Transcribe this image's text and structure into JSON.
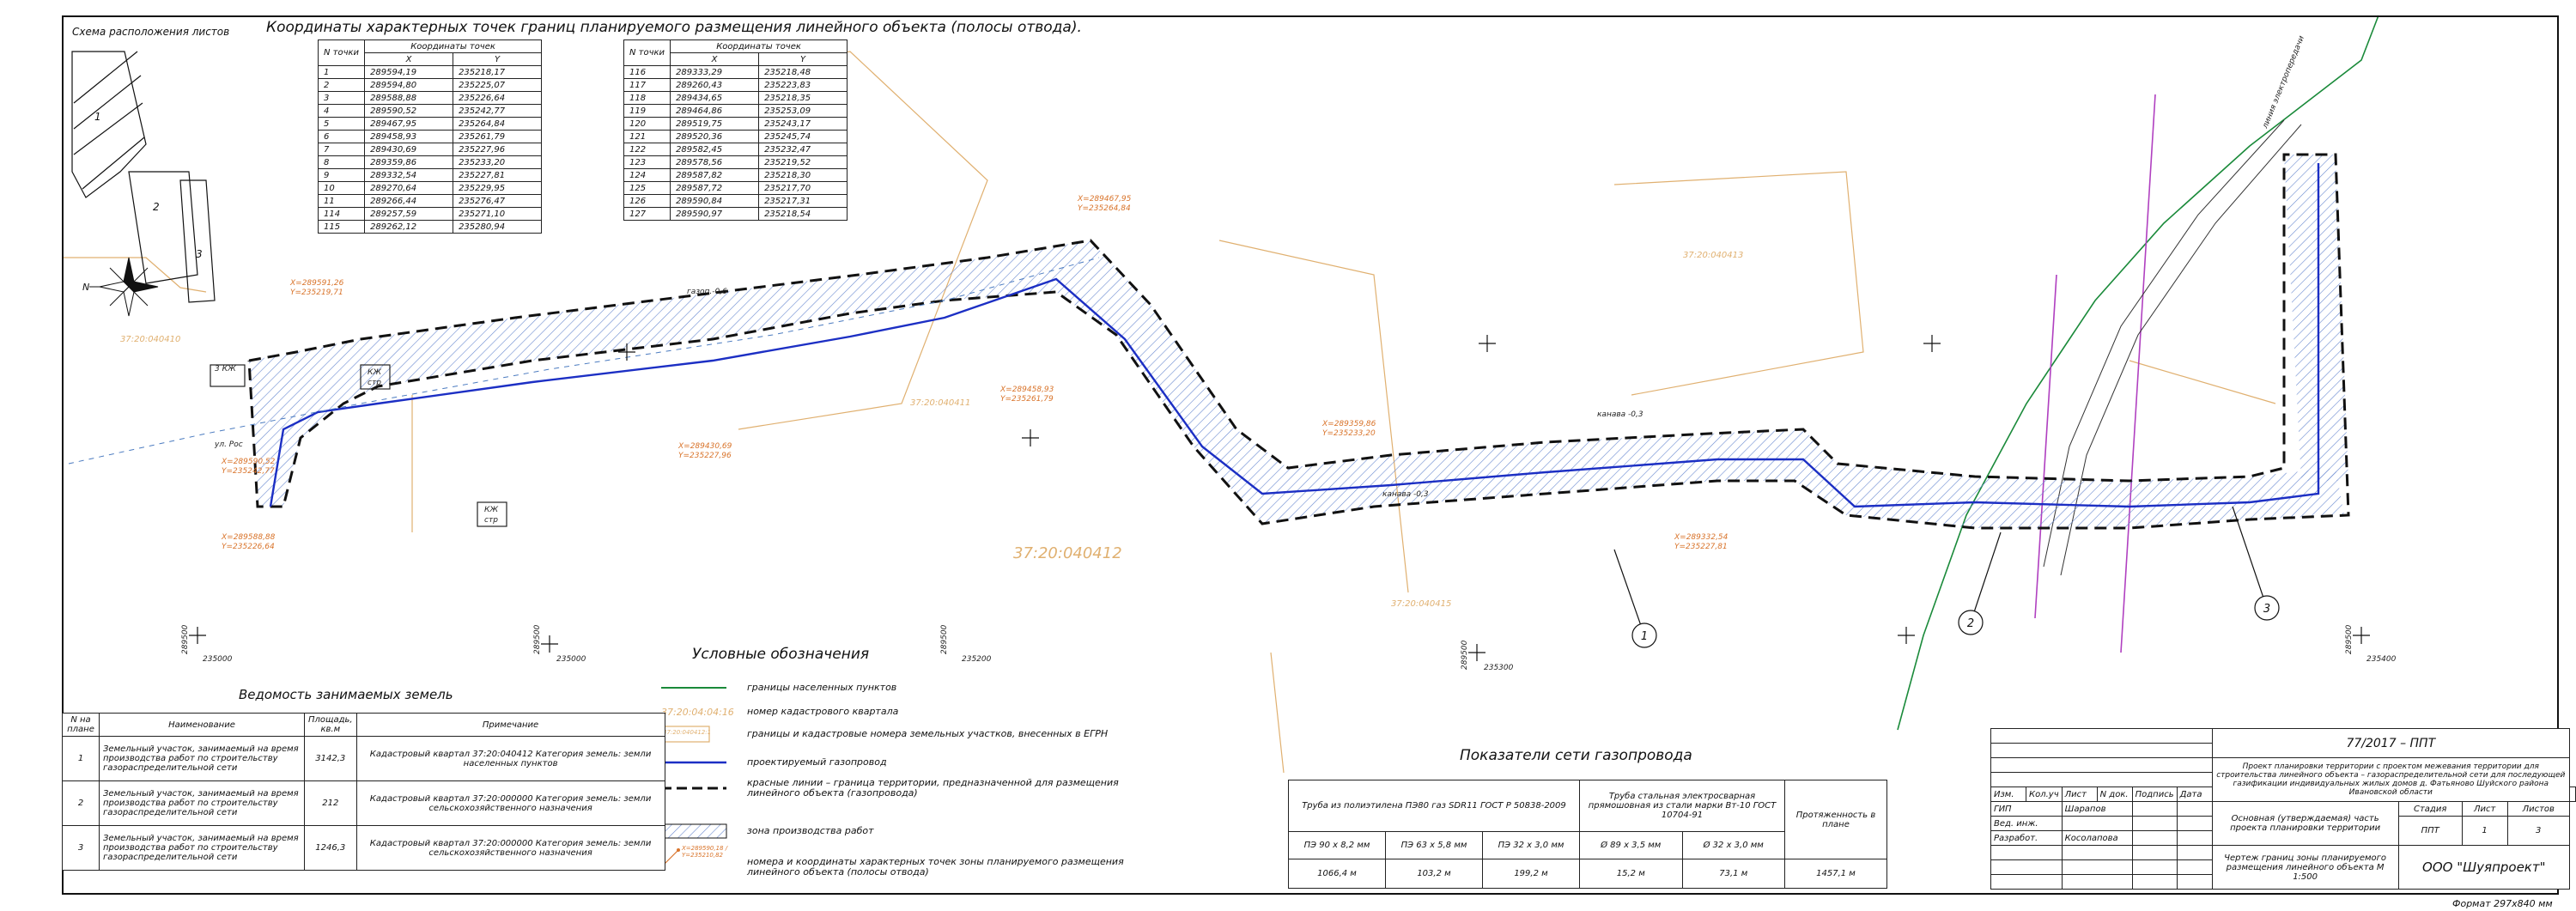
{
  "drawing": {
    "title": "Координаты характерных точек границ планируемого размещения линейного объекта (полосы отвода).",
    "scheme_label": "Схема расположения листов",
    "scheme_sheets": [
      "1",
      "2",
      "3"
    ],
    "compass_label": "N"
  },
  "coords_header": {
    "col_n": "N точки",
    "group": "Координаты точек",
    "col_x": "X",
    "col_y": "Y"
  },
  "coords_table_1": [
    [
      "1",
      "289594,19",
      "235218,17"
    ],
    [
      "2",
      "289594,80",
      "235225,07"
    ],
    [
      "3",
      "289588,88",
      "235226,64"
    ],
    [
      "4",
      "289590,52",
      "235242,77"
    ],
    [
      "5",
      "289467,95",
      "235264,84"
    ],
    [
      "6",
      "289458,93",
      "235261,79"
    ],
    [
      "7",
      "289430,69",
      "235227,96"
    ],
    [
      "8",
      "289359,86",
      "235233,20"
    ],
    [
      "9",
      "289332,54",
      "235227,81"
    ],
    [
      "10",
      "289270,64",
      "235229,95"
    ],
    [
      "11",
      "289266,44",
      "235276,47"
    ],
    [
      "114",
      "289257,59",
      "235271,10"
    ],
    [
      "115",
      "289262,12",
      "235280,94"
    ]
  ],
  "coords_table_2": [
    [
      "116",
      "289333,29",
      "235218,48"
    ],
    [
      "117",
      "289260,43",
      "235223,83"
    ],
    [
      "118",
      "289434,65",
      "235218,35"
    ],
    [
      "119",
      "289464,86",
      "235253,09"
    ],
    [
      "120",
      "289519,75",
      "235243,17"
    ],
    [
      "121",
      "289520,36",
      "235245,74"
    ],
    [
      "122",
      "289582,45",
      "235232,47"
    ],
    [
      "123",
      "289578,56",
      "235219,52"
    ],
    [
      "124",
      "289587,82",
      "235218,30"
    ],
    [
      "125",
      "289587,72",
      "235217,70"
    ],
    [
      "126",
      "289590,84",
      "235217,31"
    ],
    [
      "127",
      "289590,97",
      "235218,54"
    ]
  ],
  "map": {
    "cadastral_1": "37:20:040412",
    "cadastral_2": "37:20:040410",
    "cadastral_3": "37:20:040411",
    "cadastral_4": "37:20:040413",
    "cadastral_5": "37:20:040415",
    "quarter_label": "37:20:04:04:12",
    "kanava_label": "канава -0,3",
    "road_label": "газоп.-0,6",
    "kzh_1": "3 КЖ",
    "kzh_2": "КЖ",
    "kzh_3": "КЖ",
    "kzh_sub": "стр",
    "ul_label": "ул. Рос",
    "leader_1": "1",
    "leader_2": "2",
    "leader_3": "3",
    "vertical_text": "линия электропередачи",
    "grid_labels": [
      "289500",
      "235000",
      "289500",
      "235000",
      "289500",
      "235200",
      "289500",
      "235300",
      "289500",
      "235400"
    ],
    "point_labels_left": [
      "X=289591,26",
      "Y=235219,71",
      "X=289590,52",
      "Y=235242,77",
      "X=289588,88",
      "Y=235226,64"
    ],
    "point_labels_mid": [
      "X=289467,95",
      "Y=235264,84",
      "X=289458,93",
      "Y=235261,79",
      "X=289430,69",
      "Y=235227,96"
    ],
    "point_labels_right": [
      "X=289359,86",
      "Y=235233,20",
      "X=289332,54",
      "Y=235227,81"
    ]
  },
  "legend": {
    "title": "Условные обозначения",
    "items": [
      {
        "symbol": "green-line",
        "text": "границы населенных пунктов"
      },
      {
        "symbol": "cad-number",
        "sample": "37:20:04:04:16",
        "text": "номер кадастрового квартала"
      },
      {
        "symbol": "yellow-box",
        "sample": "37:20:040412:1",
        "text": "границы и кадастровые номера земельных участков, внесенных в ЕГРН"
      },
      {
        "symbol": "blue-line",
        "text": "проектируемый газопровод"
      },
      {
        "symbol": "dashed-line",
        "text": "красные линии – граница территории, предназначенной для размещения линейного объекта (газопровода)"
      },
      {
        "symbol": "hatch-box",
        "text": "зона производства работ"
      },
      {
        "symbol": "point-label",
        "sample": "X=289590,18 / Y=235210,82",
        "text": "номера и координаты характерных точек зоны планируемого размещения линейного объекта (полосы отвода)"
      }
    ]
  },
  "land_table": {
    "title": "Ведомость занимаемых земель",
    "headers": [
      "N на плане",
      "Наименование",
      "Площадь, кв.м",
      "Примечание"
    ],
    "rows": [
      [
        "1",
        "Земельный участок, занимаемый на время производства работ по строительству газораспределительной сети",
        "3142,3",
        "Кадастровый квартал 37:20:040412 Категория земель: земли населенных пунктов"
      ],
      [
        "2",
        "Земельный участок, занимаемый на время производства работ по строительству газораспределительной сети",
        "212",
        "Кадастровый квартал 37:20:000000 Категория земель: земли сельскохозяйственного назначения"
      ],
      [
        "3",
        "Земельный участок, занимаемый на время производства работ по строительству газораспределительной сети",
        "1246,3",
        "Кадастровый квартал 37:20:000000 Категория земель: земли сельскохозяйственного назначения"
      ]
    ]
  },
  "gas_table": {
    "title": "Показатели сети газопровода",
    "group_1": "Труба из полиэтилена ПЭ80 газ SDR11 ГОСТ Р 50838-2009",
    "group_2": "Труба стальная электросварная прямошовная из стали марки Вт-10 ГОСТ 10704-91",
    "length_header": "Протяженность в плане",
    "sizes": [
      "ПЭ 90 х 8,2 мм",
      "ПЭ 63 х 5,8 мм",
      "ПЭ 32 х 3,0 мм",
      "Ø 89 х 3,5 мм",
      "Ø 32 х 3,0 мм"
    ],
    "values": [
      "1066,4 м",
      "103,2 м",
      "199,2 м",
      "15,2 м",
      "73,1 м",
      "1457,1 м"
    ]
  },
  "stamp": {
    "code": "77/2017 – ППТ",
    "project": "Проект планировки территории с проектом межевания территории для строительства линейного объекта – газораспределительной сети для последующей газификации индивидуальных жилых домов д. Фатьяново Шуйского района Ивановской области",
    "headers": [
      "Изм.",
      "Кол.уч",
      "Лист",
      "N док.",
      "Подпись",
      "Дата"
    ],
    "role_1": "ГИП",
    "name_1": "Шарапов",
    "role_2": "Вед. инж.",
    "name_2": "",
    "role_3": "Разработ.",
    "name_3": "Косолапова",
    "part": "Основная (утверждаемая) часть проекта планировки территории",
    "stage_header": "Стадия",
    "sheet_header": "Лист",
    "sheets_header": "Листов",
    "stage": "ППТ",
    "sheet": "1",
    "sheets": "3",
    "drawing_name": "Чертеж границ зоны планируемого размещения линейного объекта М 1:500",
    "company": "ООО \"Шуяпроект\"",
    "format": "Формат 297х840 мм"
  },
  "colors": {
    "pipeline": "#1c2fc4",
    "settlement_border": "#1a8a3a",
    "cadastral": "#e0b070",
    "coords_label": "#d9742b",
    "power_line": "#b040c0",
    "hatch": "#6a8ad0"
  }
}
